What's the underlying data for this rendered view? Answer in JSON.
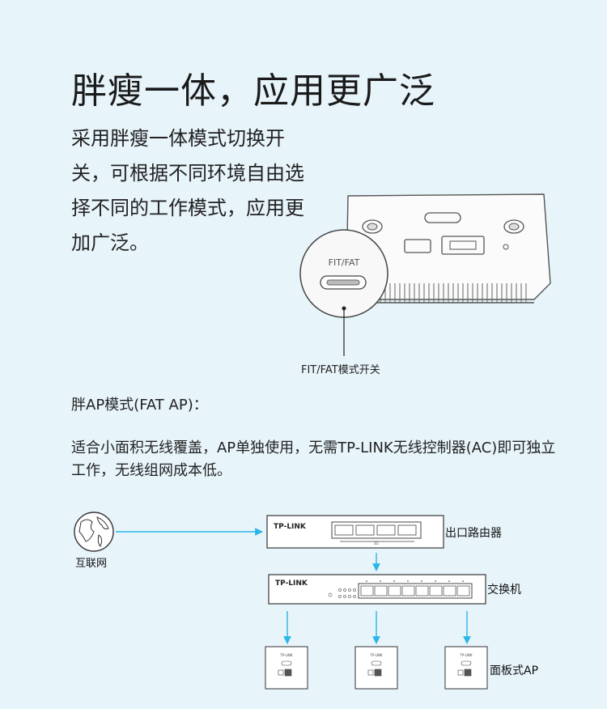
{
  "title": "胖瘦一体，应用更广泛",
  "description": "采用胖瘦一体模式切换开关，可根据不同环境自由选择不同的工作模式，应用更加广泛。",
  "device": {
    "knob_label": "FIT/FAT",
    "switch_caption": "FIT/FAT模式开关"
  },
  "fat_mode": {
    "heading": "胖AP模式(FAT AP)：",
    "description": "适合小面积无线覆盖，AP单独使用，无需TP-LINK无线控制器(AC)即可独立工作，无线组网成本低。"
  },
  "topology": {
    "internet_label": "互联网",
    "router_label": "出口路由器",
    "switch_label": "交换机",
    "ap_label": "面板式AP",
    "brand": "TP-LINK",
    "ap_brand": "TP-LINK",
    "router_wan_mark": "1G"
  },
  "colors": {
    "background": "#e7f4fa",
    "arrow": "#29b6e8",
    "device_outline": "#555555"
  }
}
